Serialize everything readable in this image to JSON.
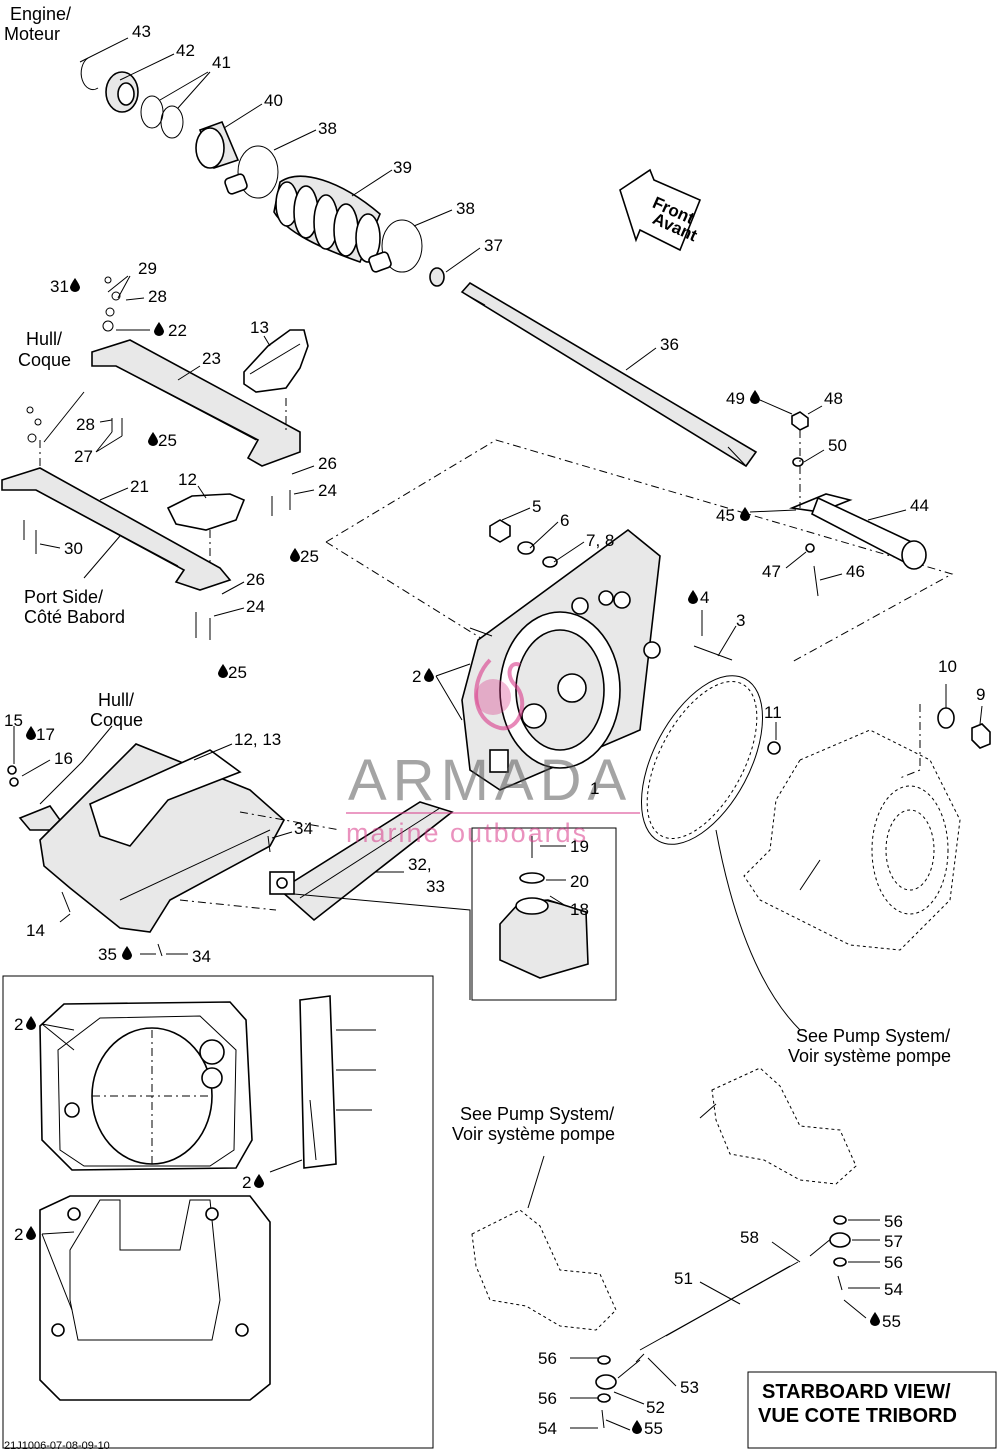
{
  "labels": {
    "engine": [
      "Engine/",
      "Moteur"
    ],
    "hull_top": [
      "Hull/",
      "Coque"
    ],
    "hull_mid": [
      "Hull/",
      "Coque"
    ],
    "port_side": [
      "Port Side/",
      "Côté Babord"
    ],
    "front": [
      "Front",
      "Avant"
    ],
    "see_pump_1": [
      "See Pump System/",
      "Voir système pompe"
    ],
    "see_pump_2": [
      "See Pump System/",
      "Voir système pompe"
    ],
    "view_title": [
      "STARBOARD VIEW/",
      "VUE COTE TRIBORD"
    ],
    "diagram_code": "21J1006-07-08-09-10"
  },
  "watermark": {
    "brand": "ARMADA",
    "tagline": "marine outboards",
    "accent_color": "#d93a8a"
  },
  "callouts": [
    {
      "id": "c43",
      "text": "43"
    },
    {
      "id": "c42",
      "text": "42"
    },
    {
      "id": "c41",
      "text": "41"
    },
    {
      "id": "c40",
      "text": "40"
    },
    {
      "id": "c38a",
      "text": "38"
    },
    {
      "id": "c39",
      "text": "39"
    },
    {
      "id": "c38b",
      "text": "38"
    },
    {
      "id": "c37",
      "text": "37"
    },
    {
      "id": "c36",
      "text": "36"
    },
    {
      "id": "c29",
      "text": "29"
    },
    {
      "id": "c31",
      "text": "31"
    },
    {
      "id": "c28a",
      "text": "28"
    },
    {
      "id": "c22",
      "text": "22"
    },
    {
      "id": "c13",
      "text": "13"
    },
    {
      "id": "c23",
      "text": "23"
    },
    {
      "id": "c28b",
      "text": "28"
    },
    {
      "id": "c25a",
      "text": "25"
    },
    {
      "id": "c27",
      "text": "27"
    },
    {
      "id": "c26a",
      "text": "26"
    },
    {
      "id": "c24a",
      "text": "24"
    },
    {
      "id": "c12",
      "text": "12"
    },
    {
      "id": "c21",
      "text": "21"
    },
    {
      "id": "c30",
      "text": "30"
    },
    {
      "id": "c25b",
      "text": "25"
    },
    {
      "id": "c26b",
      "text": "26"
    },
    {
      "id": "c24b",
      "text": "24"
    },
    {
      "id": "c25c",
      "text": "25"
    },
    {
      "id": "c49",
      "text": "49"
    },
    {
      "id": "c48",
      "text": "48"
    },
    {
      "id": "c50",
      "text": "50"
    },
    {
      "id": "c44",
      "text": "44"
    },
    {
      "id": "c45",
      "text": "45"
    },
    {
      "id": "c47",
      "text": "47"
    },
    {
      "id": "c46",
      "text": "46"
    },
    {
      "id": "c5",
      "text": "5"
    },
    {
      "id": "c6",
      "text": "6"
    },
    {
      "id": "c78",
      "text": "7, 8"
    },
    {
      "id": "c4",
      "text": "4"
    },
    {
      "id": "c3",
      "text": "3"
    },
    {
      "id": "c2a",
      "text": "2"
    },
    {
      "id": "c10",
      "text": "10"
    },
    {
      "id": "c9",
      "text": "9"
    },
    {
      "id": "c11",
      "text": "11"
    },
    {
      "id": "c1",
      "text": "1"
    },
    {
      "id": "c15",
      "text": "15"
    },
    {
      "id": "c17",
      "text": "17"
    },
    {
      "id": "c16",
      "text": "16"
    },
    {
      "id": "c1213",
      "text": "12, 13"
    },
    {
      "id": "c34a",
      "text": "34"
    },
    {
      "id": "c3233",
      "text": "32,"
    },
    {
      "id": "c3233b",
      "text": "33"
    },
    {
      "id": "c14",
      "text": "14"
    },
    {
      "id": "c35",
      "text": "35"
    },
    {
      "id": "c34b",
      "text": "34"
    },
    {
      "id": "c19",
      "text": "19"
    },
    {
      "id": "c20",
      "text": "20"
    },
    {
      "id": "c18",
      "text": "18"
    },
    {
      "id": "c2b",
      "text": "2"
    },
    {
      "id": "c2c",
      "text": "2"
    },
    {
      "id": "c2d",
      "text": "2"
    },
    {
      "id": "c56a",
      "text": "56"
    },
    {
      "id": "c57",
      "text": "57"
    },
    {
      "id": "c58",
      "text": "58"
    },
    {
      "id": "c56b",
      "text": "56"
    },
    {
      "id": "c51",
      "text": "51"
    },
    {
      "id": "c54a",
      "text": "54"
    },
    {
      "id": "c55a",
      "text": "55"
    },
    {
      "id": "c56c",
      "text": "56"
    },
    {
      "id": "c53",
      "text": "53"
    },
    {
      "id": "c56d",
      "text": "56"
    },
    {
      "id": "c52",
      "text": "52"
    },
    {
      "id": "c54b",
      "text": "54"
    },
    {
      "id": "c55b",
      "text": "55"
    }
  ]
}
